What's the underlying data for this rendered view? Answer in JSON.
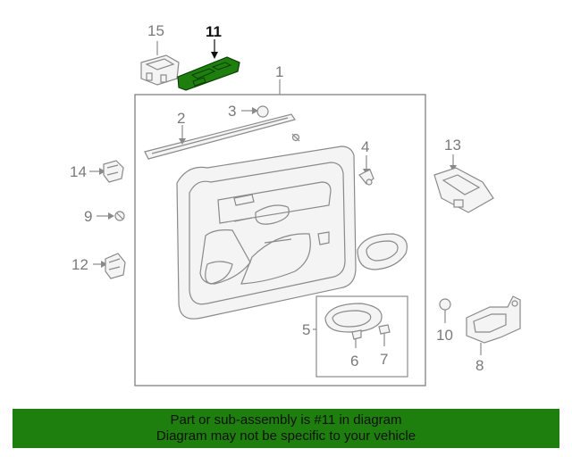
{
  "callouts": [
    {
      "id": "15",
      "text": "15"
    },
    {
      "id": "11",
      "text": "11",
      "highlighted": true
    },
    {
      "id": "1",
      "text": "1"
    },
    {
      "id": "3",
      "text": "3"
    },
    {
      "id": "2",
      "text": "2"
    },
    {
      "id": "4",
      "text": "4"
    },
    {
      "id": "13",
      "text": "13"
    },
    {
      "id": "14",
      "text": "14"
    },
    {
      "id": "9",
      "text": "9"
    },
    {
      "id": "12",
      "text": "12"
    },
    {
      "id": "5",
      "text": "5"
    },
    {
      "id": "6",
      "text": "6"
    },
    {
      "id": "7",
      "text": "7"
    },
    {
      "id": "10",
      "text": "10"
    },
    {
      "id": "8",
      "text": "8"
    }
  ],
  "banner": {
    "line1": "Part or sub-assembly is #11 in diagram",
    "line2": "Diagram may not be specific to your vehicle"
  },
  "colors": {
    "highlight_part": "#1e7f0e",
    "banner_bg": "#1e7f0e",
    "line_gray": "#8a8a8a"
  }
}
